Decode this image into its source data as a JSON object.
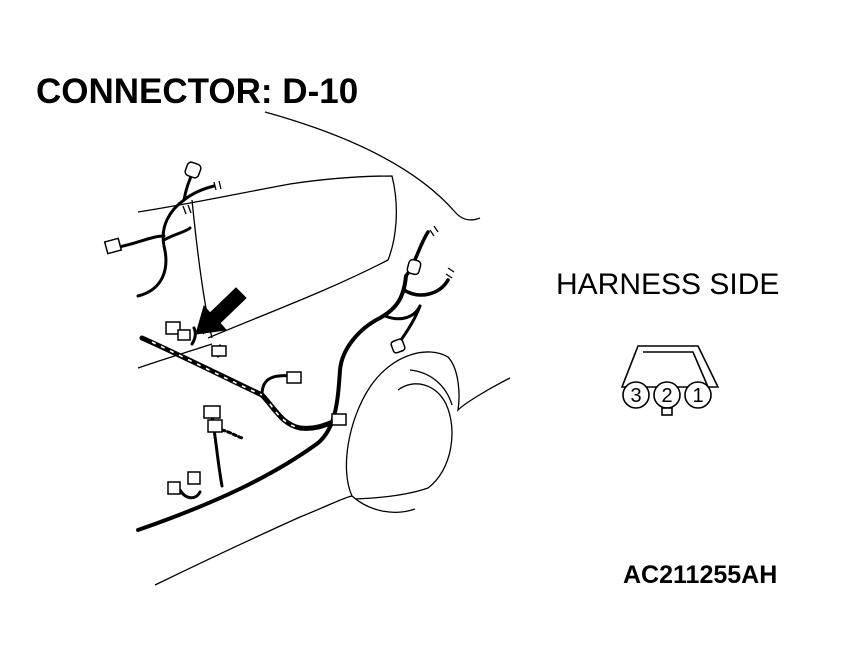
{
  "title": "CONNECTOR: D-10",
  "view_label": "HARNESS SIDE",
  "figure_code": "AC211255AH",
  "connector": {
    "pins": [
      "3",
      "2",
      "1"
    ]
  }
}
